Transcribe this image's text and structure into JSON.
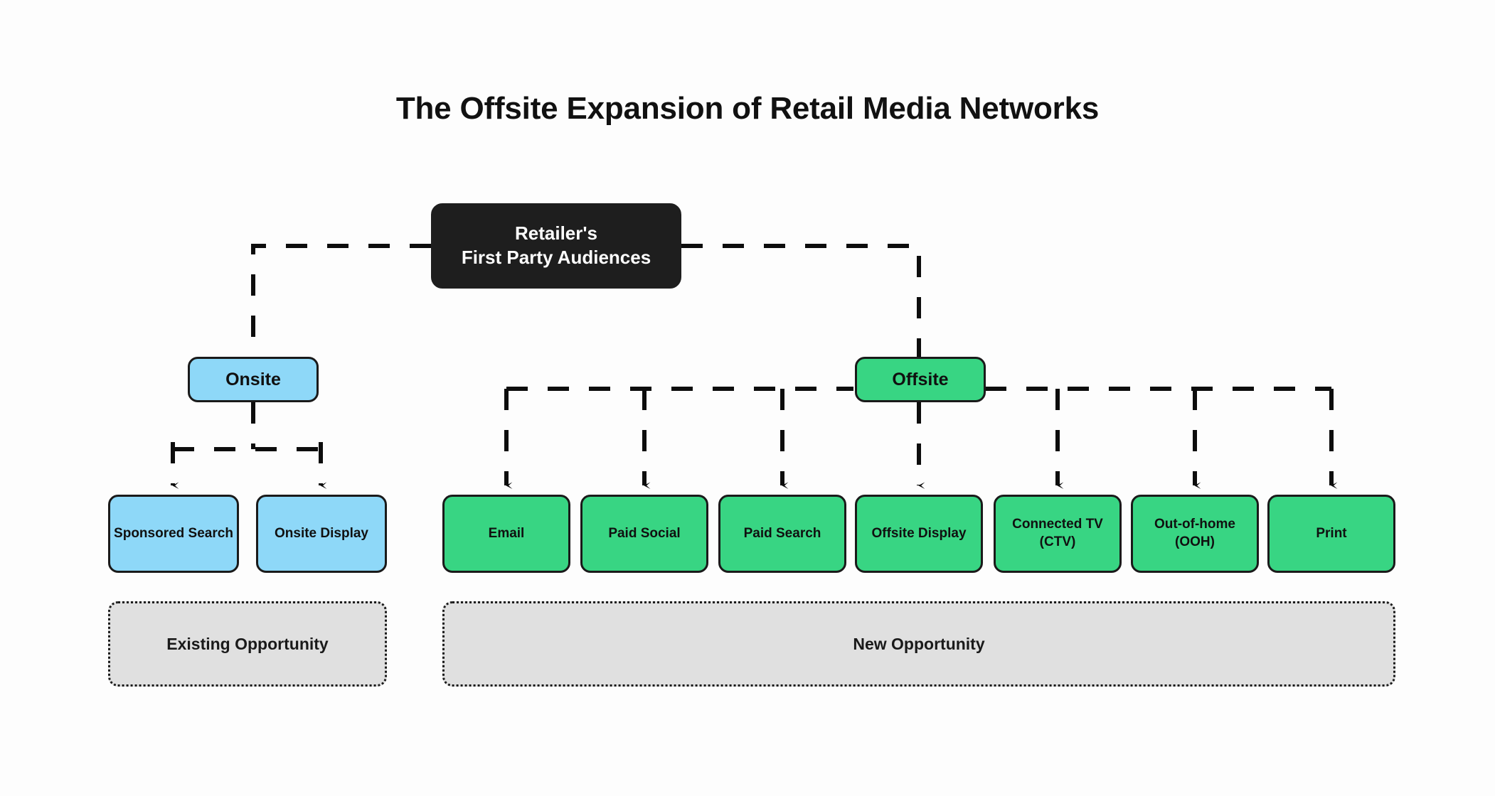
{
  "title": "The Offsite Expansion of Retail Media Networks",
  "colors": {
    "background": "#fdfdfd",
    "root_fill": "#1e1e1e",
    "root_text": "#ffffff",
    "onsite_fill": "#8ed8f8",
    "offsite_fill": "#38d583",
    "legend_fill": "#e0e0e0",
    "stroke": "#1a1a1a"
  },
  "root": {
    "line1": "Retailer's",
    "line2": "First Party Audiences"
  },
  "branches": [
    {
      "id": "onsite",
      "label": "Onsite",
      "color": "blue"
    },
    {
      "id": "offsite",
      "label": "Offsite",
      "color": "green"
    }
  ],
  "onsite_children": [
    {
      "label": "Sponsored Search"
    },
    {
      "label": "Onsite Display"
    }
  ],
  "offsite_children": [
    {
      "label": "Email"
    },
    {
      "label": "Paid Social"
    },
    {
      "label": "Paid Search"
    },
    {
      "label": "Offsite Display"
    },
    {
      "label": "Connected TV (CTV)"
    },
    {
      "label": "Out-of-home (OOH)"
    },
    {
      "label": "Print"
    }
  ],
  "legends": [
    {
      "id": "existing",
      "label": "Existing Opportunity"
    },
    {
      "id": "new",
      "label": "New Opportunity"
    }
  ]
}
